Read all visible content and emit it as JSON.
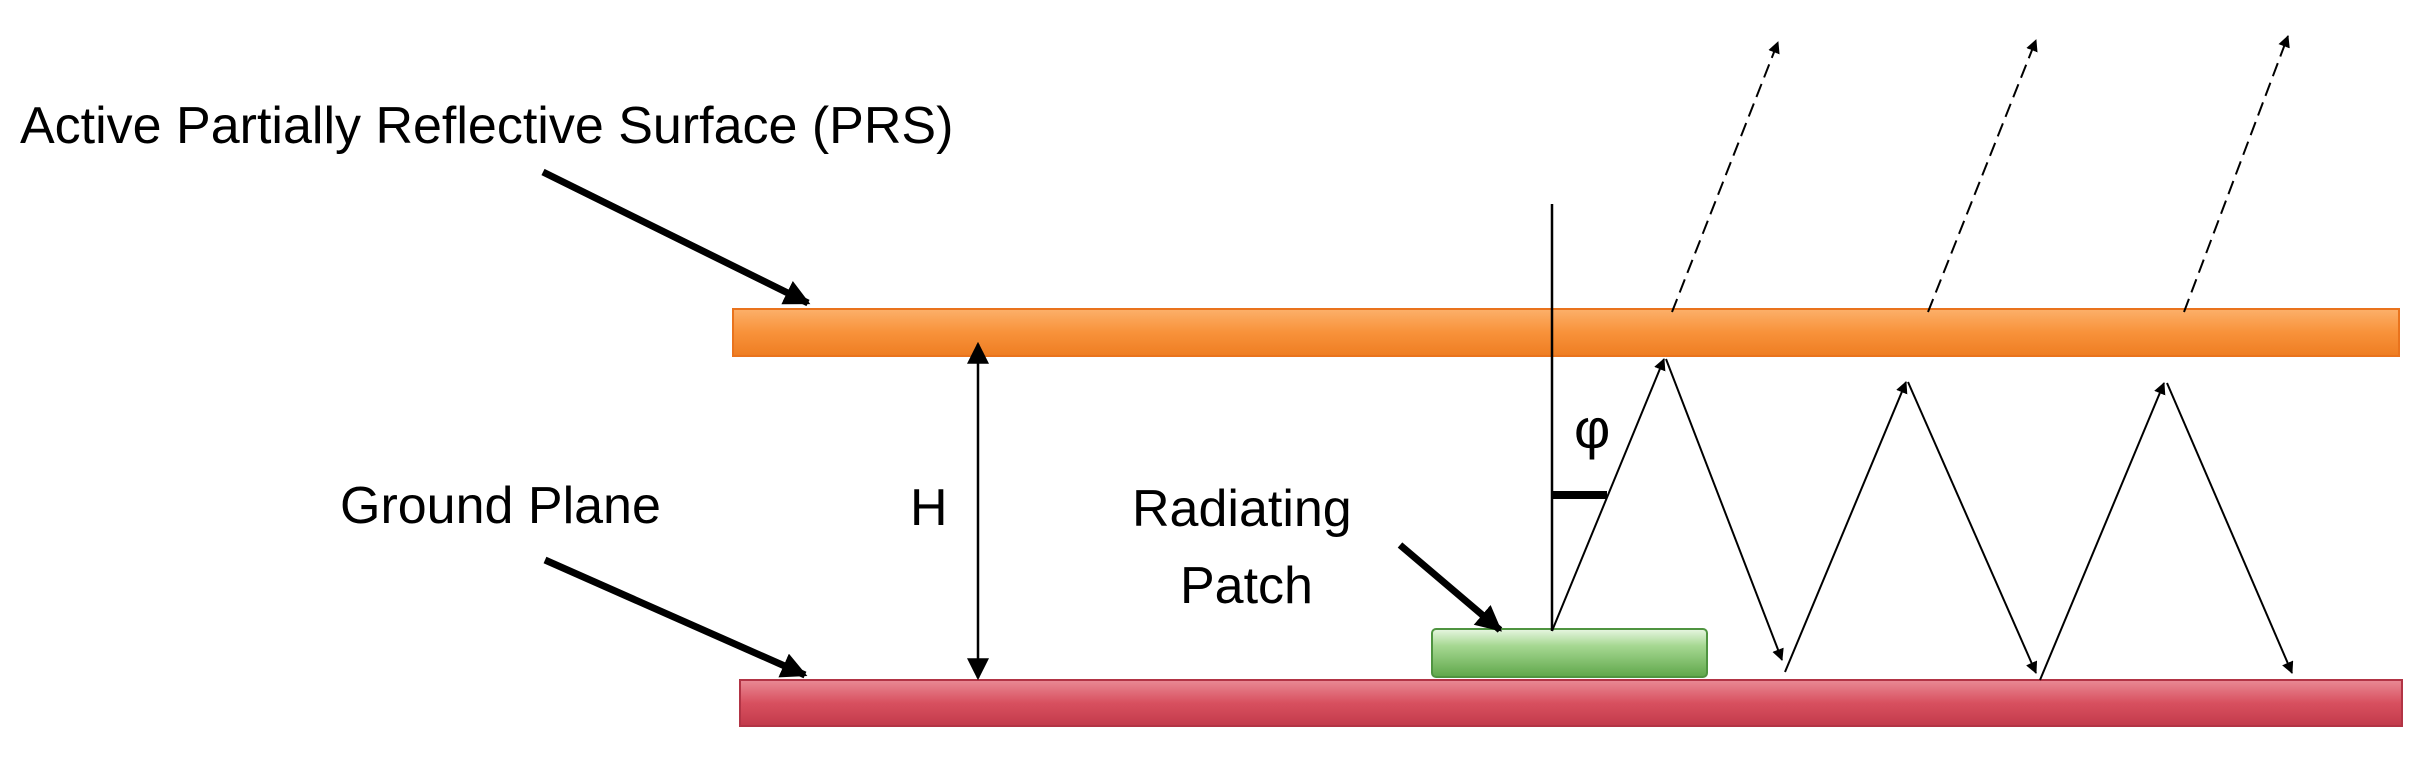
{
  "labels": {
    "prs": "Active Partially Reflective Surface (PRS)",
    "ground": "Ground Plane",
    "height": "H",
    "patch_line1": "Radiating",
    "patch_line2": "Patch",
    "angle": "φ"
  },
  "colors": {
    "prs_fill": "#f8923a",
    "prs_edge": "#e9731d",
    "ground_fill": "#d8505f",
    "ground_edge": "#b23445",
    "patch_fill": "#82c46d",
    "patch_edge": "#4f9440",
    "line": "#000000"
  }
}
